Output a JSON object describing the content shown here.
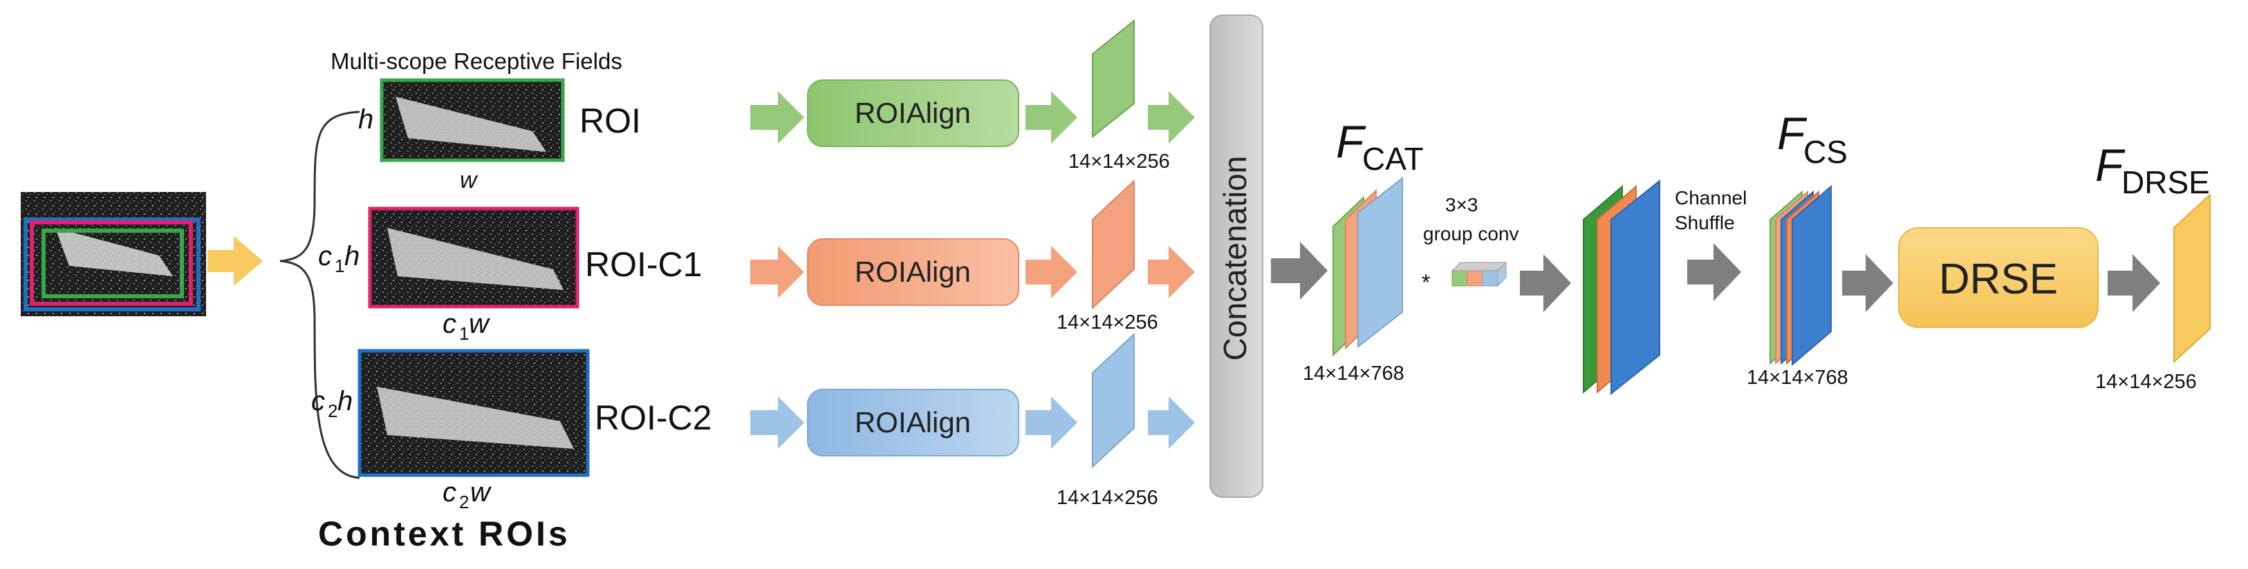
{
  "header": {
    "title": "Multi-scope Receptive Fields"
  },
  "footer": {
    "caption": "Context ROIs"
  },
  "branches": [
    {
      "label": "ROI",
      "h_label": "h",
      "w_label": "w",
      "module": "ROIAlign",
      "size": "14×14×256"
    },
    {
      "label": "ROI-C1",
      "h_coef": "c",
      "h_sub": "1",
      "h_var": "h",
      "w_coef": "c",
      "w_sub": "1",
      "w_var": "w",
      "module": "ROIAlign",
      "size": "14×14×256"
    },
    {
      "label": "ROI-C2",
      "h_coef": "c",
      "h_sub": "2",
      "h_var": "h",
      "w_coef": "c",
      "w_sub": "2",
      "w_var": "w",
      "module": "ROIAlign",
      "size": "14×14×256"
    }
  ],
  "concat": {
    "label": "Concatenation"
  },
  "f_cat": {
    "symbol": "F",
    "sub": "CAT",
    "size": "14×14×768"
  },
  "group_conv": {
    "kernel": "3×3",
    "label": "group  conv",
    "star": "*"
  },
  "channel_shuffle": {
    "line1": "Channel",
    "line2": "Shuffle"
  },
  "f_cs": {
    "symbol": "F",
    "sub": "CS",
    "size": "14×14×768"
  },
  "drse": {
    "label": "DRSE"
  },
  "f_drse": {
    "symbol": "F",
    "sub": "DRSE",
    "size": "14×14×256"
  },
  "colors": {
    "green": "#97c97a",
    "orange": "#f4a27d",
    "blue": "#9dc3e6",
    "yellow": "#f7c95e",
    "gray_arrow": "#7f7f7f",
    "concat_gray": "#c9c9c9",
    "roi_green": "#3aa64a",
    "roi_pink": "#e0216b",
    "roi_blue": "#1f6fc7"
  }
}
